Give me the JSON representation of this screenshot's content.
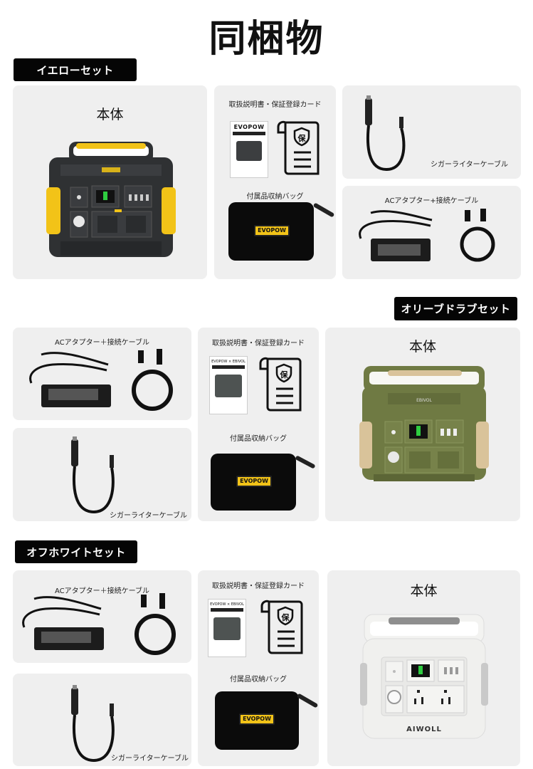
{
  "page": {
    "title": "同梱物"
  },
  "labels": {
    "main_unit": "本体",
    "manual_card": "取扱説明書・保証登録カード",
    "bag": "付属品収納バッグ",
    "cigar_cable": "シガーライターケーブル",
    "ac_adapter": "ACアタプター+接続ケーブル",
    "ac_adapter_alt": "ACアタプター＋接続ケーブル"
  },
  "icons": {
    "warranty_glyph": "保"
  },
  "brands": {
    "bag_logo": "EVOPOW",
    "manual_logo": "EVOPOW",
    "olive_logo": "EBIVOL",
    "white_logo": "AIWOLL",
    "collab": "EVOPOW × EBIVOL"
  },
  "sets": [
    {
      "name": "イエローセット",
      "accent": "#f2c318",
      "body": "#2f3133"
    },
    {
      "name": "オリーブドラブセット",
      "accent": "#d9c39a",
      "body": "#6f7a43"
    },
    {
      "name": "オフホワイトセット",
      "accent": "#9a9a9a",
      "body": "#eeeeec"
    }
  ],
  "colors": {
    "panel": "#efefef",
    "badge": "#050505",
    "bag_tag": "#f2c318"
  }
}
